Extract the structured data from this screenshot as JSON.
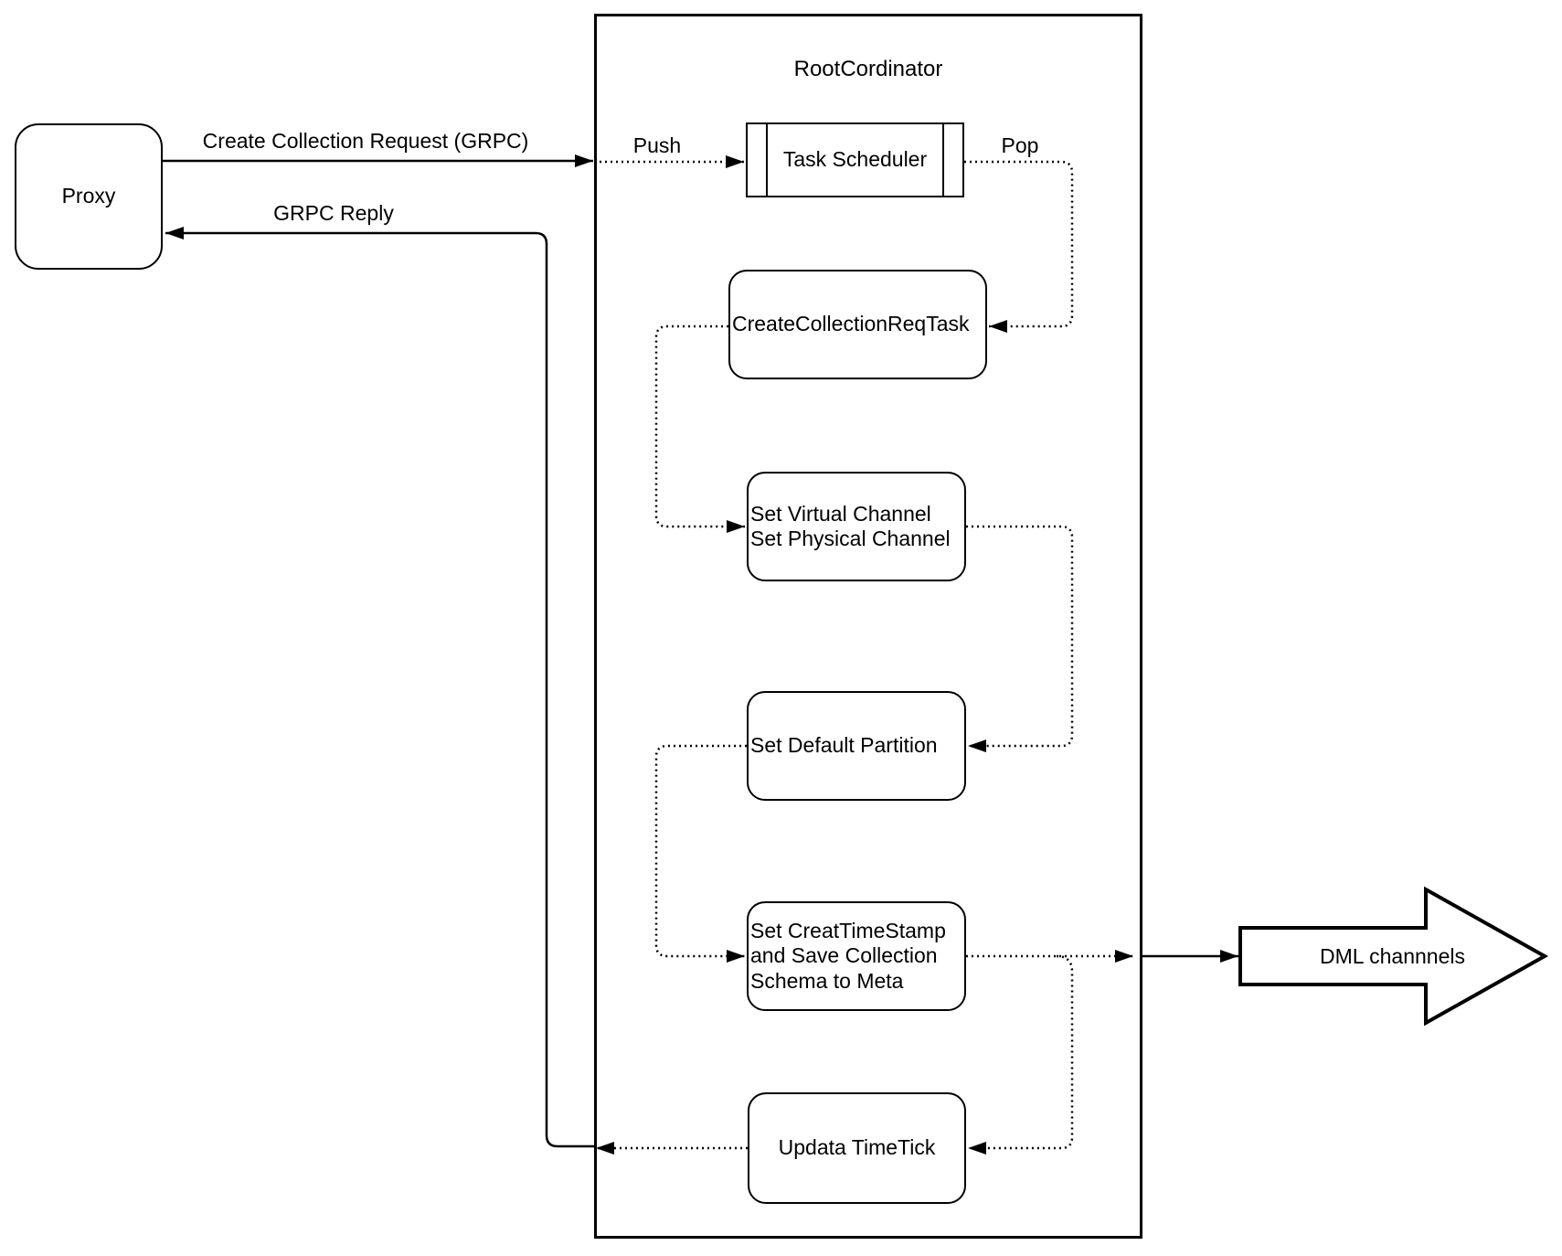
{
  "diagram": {
    "background": "#ffffff",
    "stroke_color": "#000000",
    "proxy": {
      "label": "Proxy"
    },
    "root_coordinator": {
      "title": "RootCordinator"
    },
    "nodes": {
      "task_scheduler": {
        "label": "Task Scheduler"
      },
      "create_collection_req_task": {
        "label": "CreateCollectionReqTask"
      },
      "set_channels": {
        "label": "Set Virtual Channel\nSet Physical Channel"
      },
      "set_default_partition": {
        "label": "Set Default Partition"
      },
      "set_timestamp": {
        "label": "Set CreatTimeStamp\nand Save Collection\nSchema to Meta"
      },
      "update_timetick": {
        "label": "Updata TimeTick"
      }
    },
    "edges": {
      "create_collection_request": {
        "label": "Create Collection Request (GRPC)"
      },
      "grpc_reply": {
        "label": "GRPC Reply"
      },
      "push": {
        "label": "Push"
      },
      "pop": {
        "label": "Pop"
      }
    },
    "dml_channels": {
      "label": "DML channnels"
    }
  }
}
